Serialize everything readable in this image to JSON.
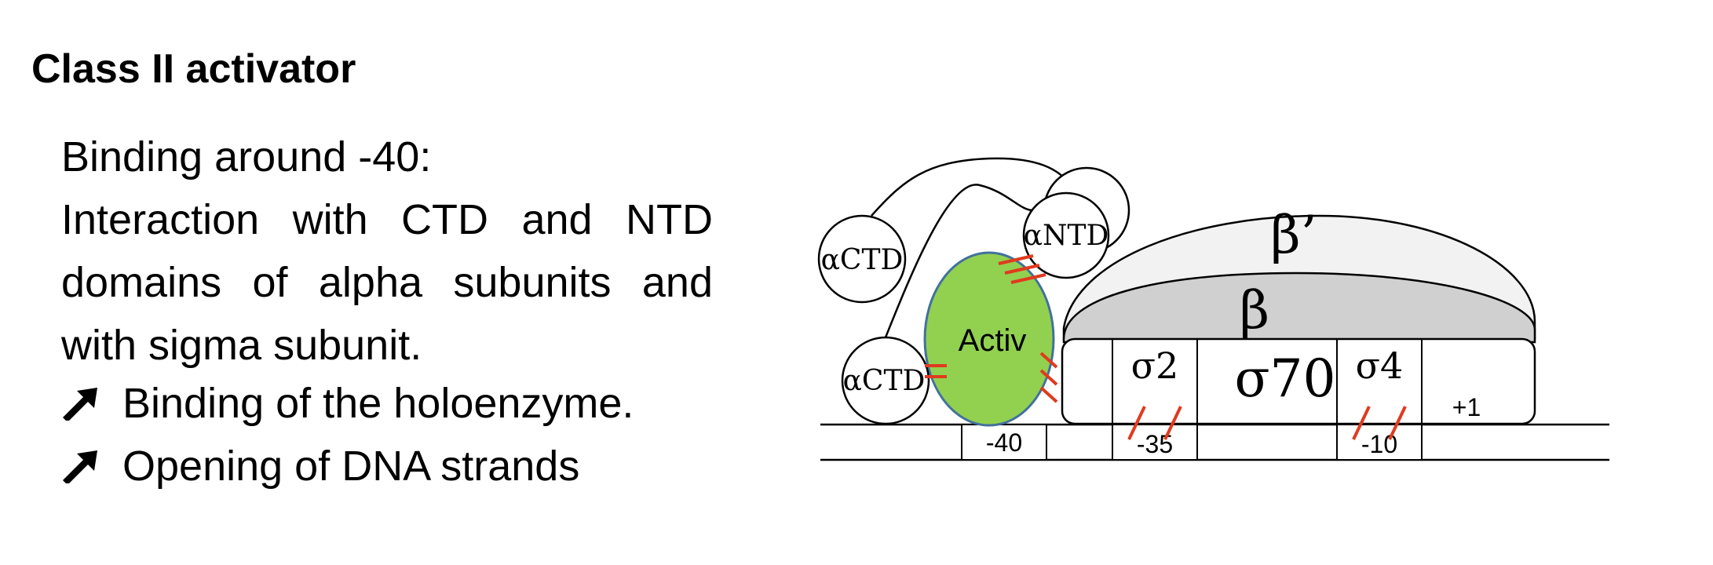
{
  "slide": {
    "title": "Class II activator",
    "body_lines": [
      "Binding around -40:",
      "Interaction with CTD and NTD",
      "domains of alpha subunits and",
      "with sigma subunit."
    ],
    "bullets": [
      "Binding of the holoenzyme.",
      "Opening of DNA strands"
    ],
    "bullet_icon": "north-east-arrow-icon"
  },
  "diagram": {
    "labels": {
      "alpha_ctd_upper": "αCTD",
      "alpha_ctd_lower": "αCTD",
      "alpha_ntd": "αNTD",
      "activator": "Activ",
      "beta_prime": "β’",
      "beta": "β",
      "sigma2": "σ2",
      "sigma70": "σ70",
      "sigma4": "σ4",
      "plus_one": "+1",
      "minus40": "-40",
      "minus35": "-35",
      "minus10": "-10"
    },
    "colors": {
      "activator_fill": "#92d050",
      "activator_stroke": "#41719c",
      "beta_prime_fill": "#f2f2f2",
      "beta_fill": "#d0d0d0",
      "contact_marks": "#e03a1e"
    }
  }
}
